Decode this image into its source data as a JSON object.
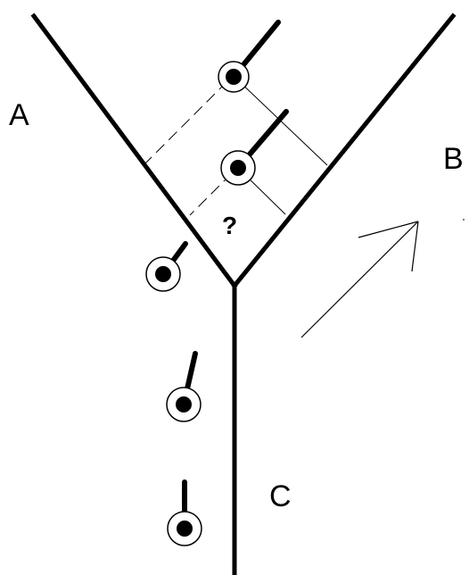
{
  "labels": {
    "a": "A",
    "b": "B",
    "c": "C",
    "question": "?"
  },
  "colors": {
    "ink": "#000000",
    "background": "#ffffff"
  }
}
